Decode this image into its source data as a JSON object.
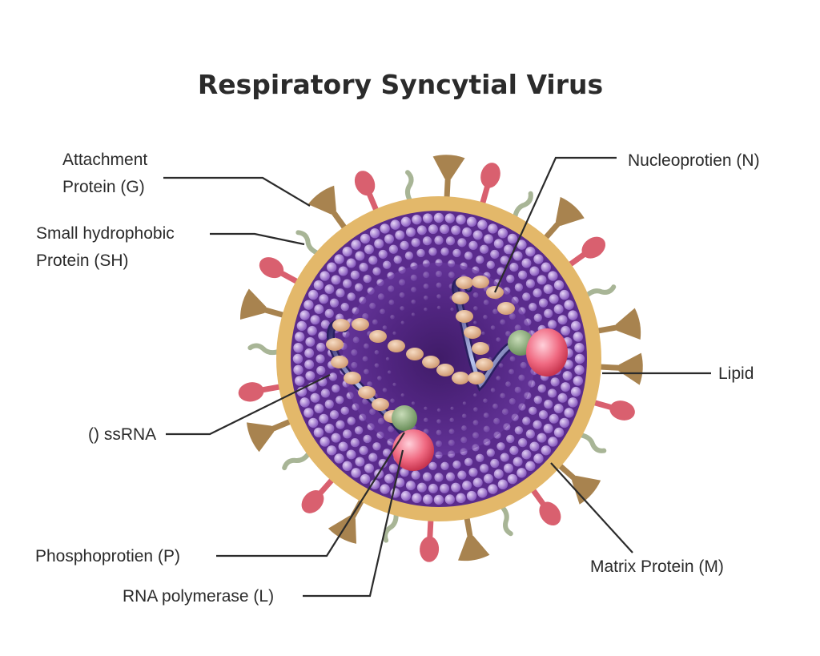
{
  "title": "Respiratory Syncytial Virus",
  "labels": {
    "attachment_line1": "Attachment",
    "attachment_line2": "Protein (G)",
    "sh_line1": "Small hydrophobic",
    "sh_line2": "Protein (SH)",
    "ssrna": "() ssRNA",
    "phosphoprotein": "Phosphoprotien (P)",
    "rna_polymerase": "RNA polymerase (L)",
    "nucleoprotein": "Nucleoprotien (N)",
    "lipid": "Lipid",
    "matrix": "Matrix Protein (M)"
  },
  "colors": {
    "lipid": "#e3b86a",
    "capsid": "#5a2b8c",
    "capsid_bead": "#a07ad0",
    "g_protein": "#a8834f",
    "spike_red": "#d9606f",
    "sh_protein": "#a8b596",
    "nucleoprotein": "#e3b594",
    "rna_strand": "#3a2f7a",
    "polymerase": "#f06a82",
    "phosphoprotein": "#7ba06a"
  }
}
